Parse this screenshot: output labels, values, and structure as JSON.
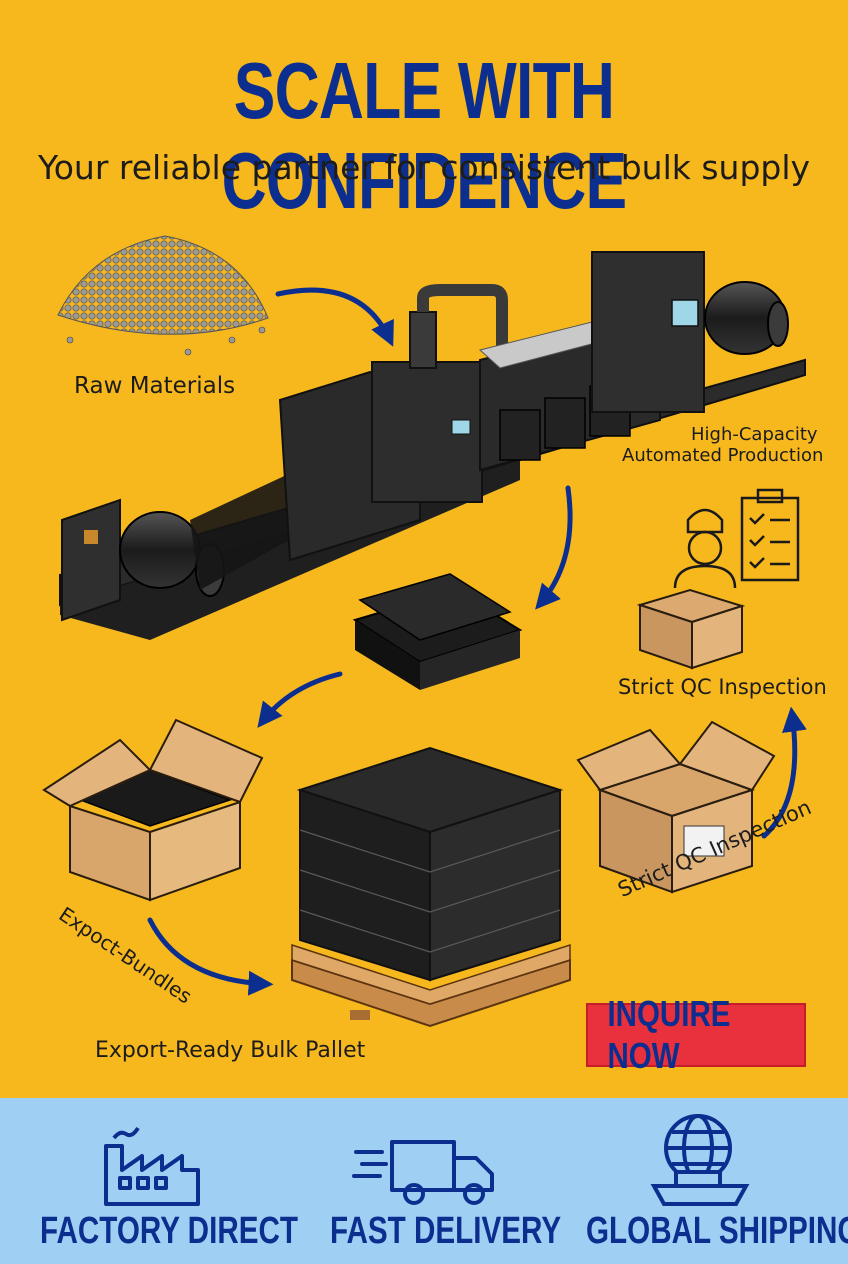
{
  "header": {
    "title": "SCALE WITH CONFIDENCE",
    "subtitle": "Your reliable partner for consistent bulk supply"
  },
  "labels": {
    "raw_materials": "Raw Materials",
    "production_line1": "High-Capacity",
    "production_line2": "Automated Production",
    "qc_top": "Strict QC Inspection",
    "qc_bottom": "Strict QC Inspection",
    "export_bundles": "Expoct-Bundles",
    "pallet": "Export-Ready Bulk Pallet"
  },
  "cta": {
    "label": "INQUIRE NOW"
  },
  "features": [
    {
      "label": "FACTORY DIRECT",
      "icon": "factory-icon"
    },
    {
      "label": "FAST DELIVERY",
      "icon": "truck-icon"
    },
    {
      "label": "GLOBAL SHIPPING",
      "icon": "globe-ship-icon"
    }
  ],
  "colors": {
    "background": "#f7b81e",
    "headline": "#0c2f8f",
    "cta_background": "#e8313c",
    "footer_background": "#9fd0f4",
    "arrow": "#0c2f8f"
  }
}
